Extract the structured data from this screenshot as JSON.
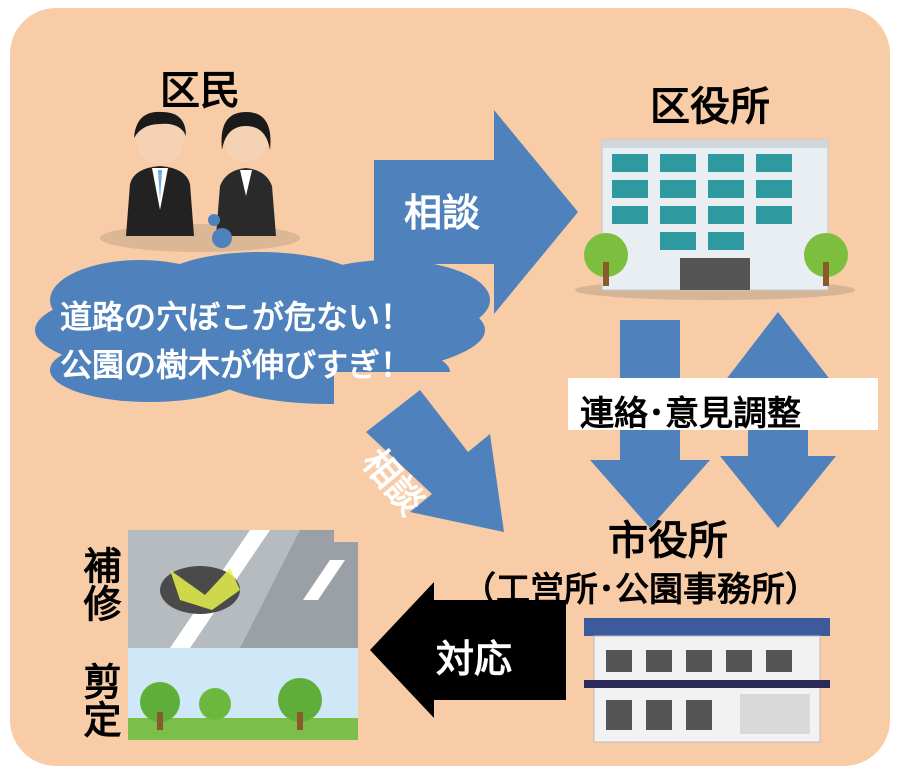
{
  "resident": {
    "label": "区民"
  },
  "ward_office": {
    "label": "区役所"
  },
  "city_office": {
    "label": "市役所",
    "sub": "（工営所･公園事務所）"
  },
  "speech": {
    "line1": "道路の穴ぼこが危ない！",
    "line2": "公園の樹木が伸びすぎ！"
  },
  "arrows": {
    "consult1": "相談",
    "liaison": "連絡･意見調整",
    "consult2": "相談",
    "response": "対応"
  },
  "actions": {
    "repair": "補修",
    "prune": "剪定"
  },
  "colors": {
    "panel": "#f8cca6",
    "arrow_blue": "#4f81bd",
    "arrow_black": "#000000"
  }
}
